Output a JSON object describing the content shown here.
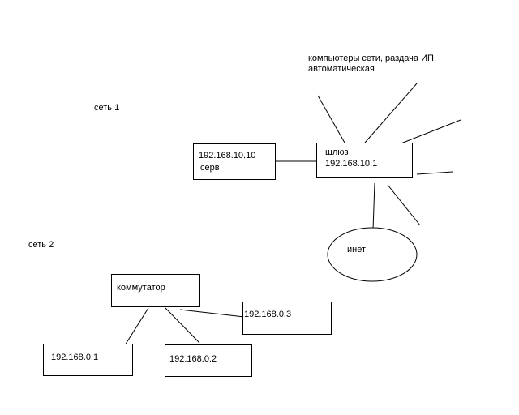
{
  "colors": {
    "background": "#ffffff",
    "stroke": "#000000",
    "text": "#000000"
  },
  "network_1": {
    "label": "сеть 1",
    "server": {
      "ip": "192.168.10.10",
      "name": "серв"
    },
    "gateway": {
      "name": "шлюз",
      "ip": "192.168.10.1"
    },
    "clients_note": {
      "line1": "компьютеры сети, раздача ИП",
      "line2": "автоматическая"
    },
    "internet": {
      "label": "инет"
    }
  },
  "network_2": {
    "label": "сеть 2",
    "switch": {
      "label": "коммутатор"
    },
    "hosts": [
      {
        "ip": "192.168.0.1"
      },
      {
        "ip": "192.168.0.2"
      },
      {
        "ip": "192.168.0.3"
      }
    ]
  }
}
